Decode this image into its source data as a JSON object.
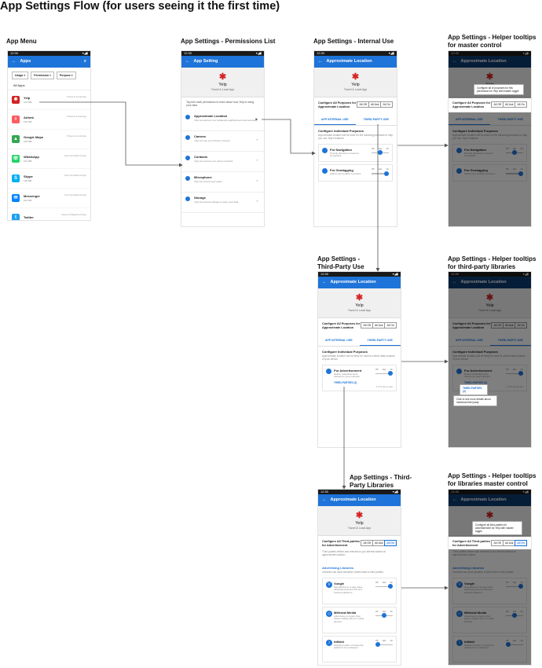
{
  "title": "App Settings Flow (for users seeing it the first time)",
  "status_time": "12:30",
  "labels": {
    "app_menu": "App Menu",
    "perm_list": "App Settings - Permissions List",
    "internal": "App Settings - Internal Use",
    "tip_master": "App Settings - Helper tooltips for master control",
    "third_party": "App Settings - Third-Party Use",
    "tip_third": "App Settings - Helper tooltips for third-party libraries",
    "libraries": "App Settings - Third-Party Libraries",
    "tip_lib_master": "App Settings - Helper tooltips for libraries master control"
  },
  "app_menu": {
    "bar_title": "Apps",
    "filters": [
      "Usage",
      "Permission",
      "Purpose"
    ],
    "section": "All Apps",
    "apps": [
      {
        "name": "Yelp",
        "size": "102 MB",
        "category": "Travel & Local App",
        "color": "#d32323",
        "glyph": "✱"
      },
      {
        "name": "Airbnb",
        "size": "194 MB",
        "category": "Travel & Local App",
        "color": "#ff5a5f",
        "glyph": "◊"
      },
      {
        "name": "Google Maps",
        "size": "218 MB",
        "category": "Travel & Local App",
        "color": "#34a853",
        "glyph": "▲"
      },
      {
        "name": "WhatsApp",
        "size": "222 MB",
        "category": "Communications App",
        "color": "#25d366",
        "glyph": "☏"
      },
      {
        "name": "Skype",
        "size": "136 MB",
        "category": "Communications App",
        "color": "#00aff0",
        "glyph": "S"
      },
      {
        "name": "Messenger",
        "size": "222 MB",
        "category": "Communications App",
        "color": "#0084ff",
        "glyph": "✉"
      },
      {
        "name": "Twitter",
        "size": "",
        "category": "News & Magazines App",
        "color": "#1da1f2",
        "glyph": "t"
      }
    ]
  },
  "perm": {
    "bar_title": "App Setting",
    "app_name": "Yelp",
    "app_cat": "Travel & Local App",
    "intro": "Tap into each permission to learn about how Yelp is using your data",
    "items": [
      {
        "title": "Approximate Location",
        "desc": "Yelp can access your locational neighborhood level accuracy"
      },
      {
        "title": "Camera",
        "desc": "Yelp can use your phone's camera"
      },
      {
        "title": "Contacts",
        "desc": "Yelp can access your phone contacts"
      },
      {
        "title": "Microphone",
        "desc": "Yelp can record your audio"
      },
      {
        "title": "Storage",
        "desc": "Yelp can access storage to save your data"
      }
    ]
  },
  "loc": {
    "bar_title": "Approximate Location",
    "app_name": "Yelp",
    "app_cat": "Travel & Local App",
    "master_title": "Configure All Purposes for Approximate Location",
    "seg": [
      "All Off",
      "All Ask",
      "All On"
    ],
    "tab_internal": "APP INTERNAL USE",
    "tab_third": "THIRD-PARTY USE",
    "indiv": "Configure Individual Purposes",
    "indiv_desc_int": "Approximate location will be used for the following purposes to help you use Yelp's features",
    "indiv_desc_3p": "Approximate location will be likely be used to collect data purpose of your device",
    "tog": [
      "Off",
      "Ask",
      "On"
    ],
    "p_nav": "For Navigation",
    "p_nav_d": "Provide direction to travel to someplace",
    "p_geo": "For Geotagging",
    "p_geo_d": "Attach your location to photos",
    "p_ad": "For Advertisement",
    "p_ad_d": "Deliver advertisements relevant to your interests",
    "third_link": "THIRD-PARTIES (3)",
    "third_count": "1 of 3 set to use"
  },
  "lib": {
    "master_title": "Configure All Third-parties for Advertisement",
    "master_desc": "Third parties deliver ads relevant to you interest based on approximate location",
    "sec": "Advertising Libraries",
    "sec_desc": "Libraries can send sensitive mobile data to third parties.",
    "items": [
      {
        "name": "Vungle",
        "desc": "Specializing in in-app video advertising across iOS and Android platforms",
        "glyph": "V"
      },
      {
        "name": "Millenial Media",
        "desc": "Advertising company that places display ads on mobile devices",
        "glyph": "◇"
      },
      {
        "name": "InMobi",
        "desc": "Global provider of enterprise platforms for marketers",
        "glyph": "i"
      }
    ]
  },
  "tips": {
    "master": "Configure all of purposes for this permission for Yelp with master toggle",
    "third": "Click to see more details about individual third-party.",
    "lib": "Configure all third-parties for advertisement for Yelp with master toggle."
  },
  "colors": {
    "accent": "#1e74d8",
    "appbar_dark": "#0d3a6f",
    "yelp": "#d32323"
  }
}
